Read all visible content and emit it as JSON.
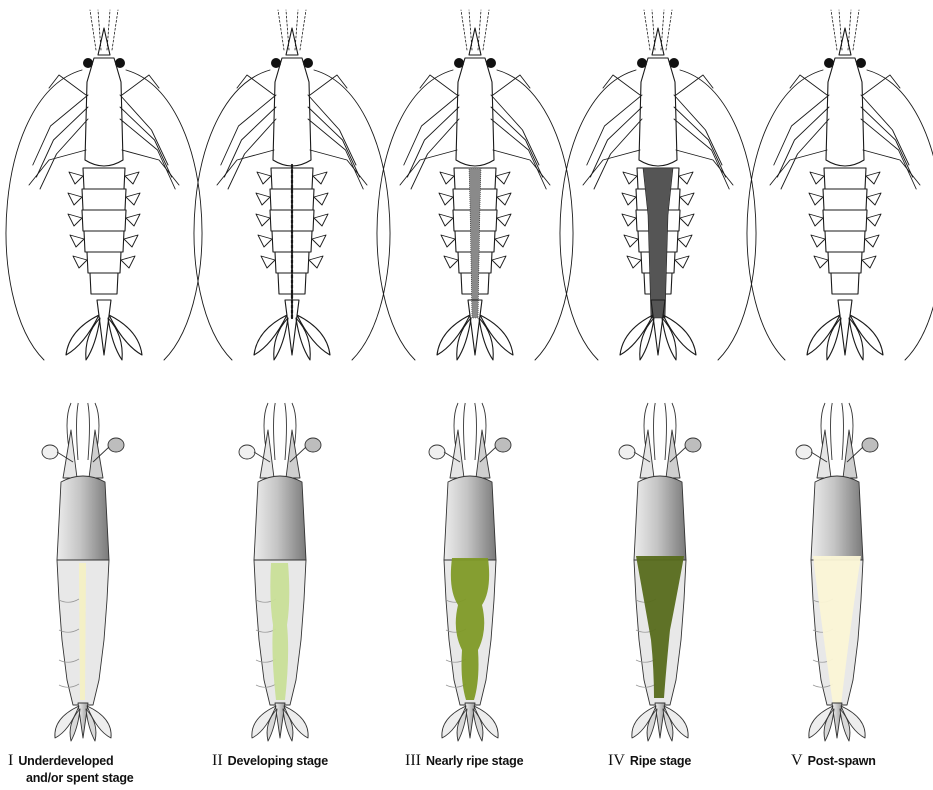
{
  "stages": [
    {
      "numeral": "I",
      "label": "Underdeveloped",
      "label_line2": "and/or spent stage",
      "ovary_color": "#f4f0c4",
      "ovary_shape": "thin-line",
      "stipple": "none"
    },
    {
      "numeral": "II",
      "label": "Developing stage",
      "label_line2": "",
      "ovary_color": "#c9df98",
      "ovary_shape": "narrow-band",
      "stipple": "line"
    },
    {
      "numeral": "III",
      "label": "Nearly ripe stage",
      "label_line2": "",
      "ovary_color": "#7f9a27",
      "ovary_shape": "wide-lobed",
      "stipple": "medium"
    },
    {
      "numeral": "IV",
      "label": "Ripe stage",
      "label_line2": "",
      "ovary_color": "#576c1c",
      "ovary_shape": "full-wedge",
      "stipple": "dense"
    },
    {
      "numeral": "V",
      "label": "Post-spawn",
      "label_line2": "",
      "ovary_color": "#fbf6d6",
      "ovary_shape": "pale-wedge",
      "stipple": "none"
    }
  ]
}
